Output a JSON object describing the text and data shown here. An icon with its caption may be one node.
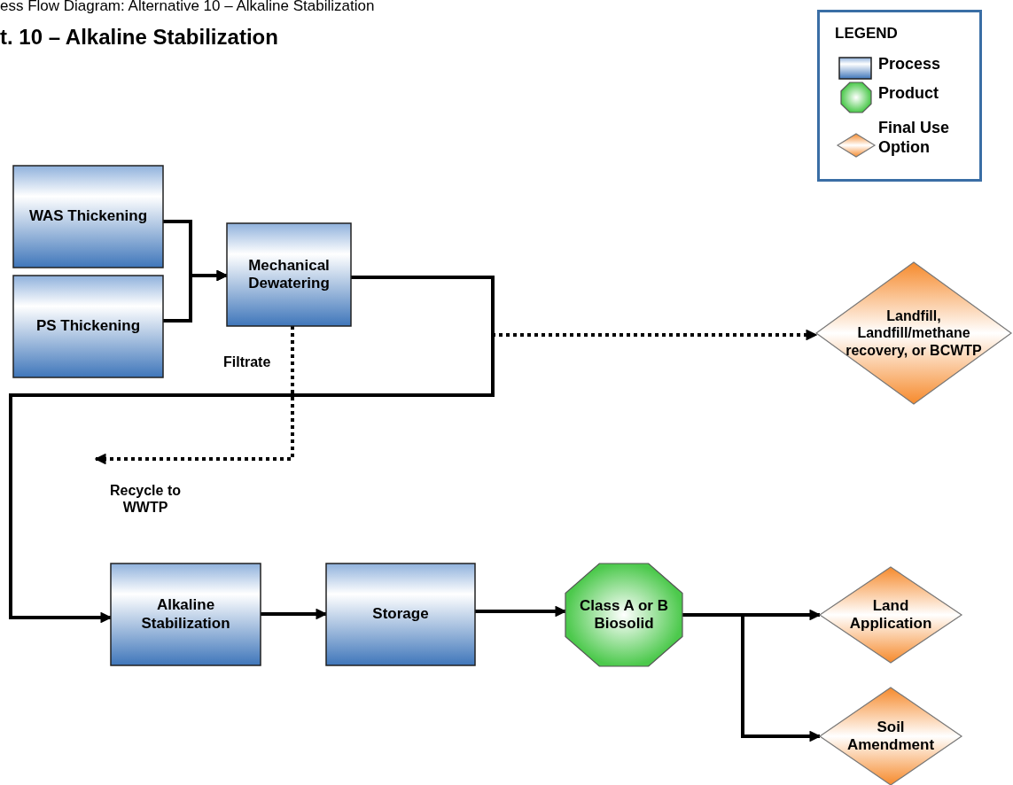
{
  "diagram": {
    "title": "t. 10 – Alkaline Stabilization",
    "nodes": [
      {
        "text": [
          "WAS Thickening"
        ]
      },
      {
        "text": [
          "PS Thickening"
        ]
      },
      {
        "text": [
          "Mechanical Dewatering"
        ]
      },
      {
        "text": [
          "Landfill, Landfill/methane recovery, or BCWTP"
        ]
      },
      {
        "text": [
          "Alkaline Stabilization"
        ]
      },
      {
        "text": [
          "Storage"
        ]
      },
      {
        "text": [
          "Class A or B Biosolid"
        ]
      },
      {
        "text": [
          "Land Application"
        ]
      },
      {
        "text": [
          "Soil Amendment"
        ]
      },
      {
        "text": [
          "Recycle to WWTP"
        ]
      }
    ],
    "edges": [
      {
        "from": 0,
        "to": 2,
        "arrow": "to"
      },
      {
        "from": 1,
        "to": 2,
        "arrow": "to"
      },
      {
        "from": 2,
        "to": 4,
        "arrow": "to"
      },
      {
        "from": 2,
        "to": 3,
        "arrow": "to",
        "style": "dashed"
      },
      {
        "from": 2,
        "to": 9,
        "arrow": "to",
        "style": "dashed",
        "label": "Filtrate"
      },
      {
        "from": 4,
        "to": 5,
        "arrow": "to"
      },
      {
        "from": 5,
        "to": 6,
        "arrow": "to"
      },
      {
        "from": 6,
        "to": 7,
        "arrow": "to"
      },
      {
        "from": 6,
        "to": 8,
        "arrow": "to"
      }
    ],
    "labels": [
      "ess Flow Diagram: Alternative 10 – Alkaline Stabilization",
      "LEGEND"
    ],
    "legend": [
      {
        "text": "Process"
      },
      {
        "text": "Product"
      },
      {
        "text": "Final Use Option"
      }
    ]
  }
}
